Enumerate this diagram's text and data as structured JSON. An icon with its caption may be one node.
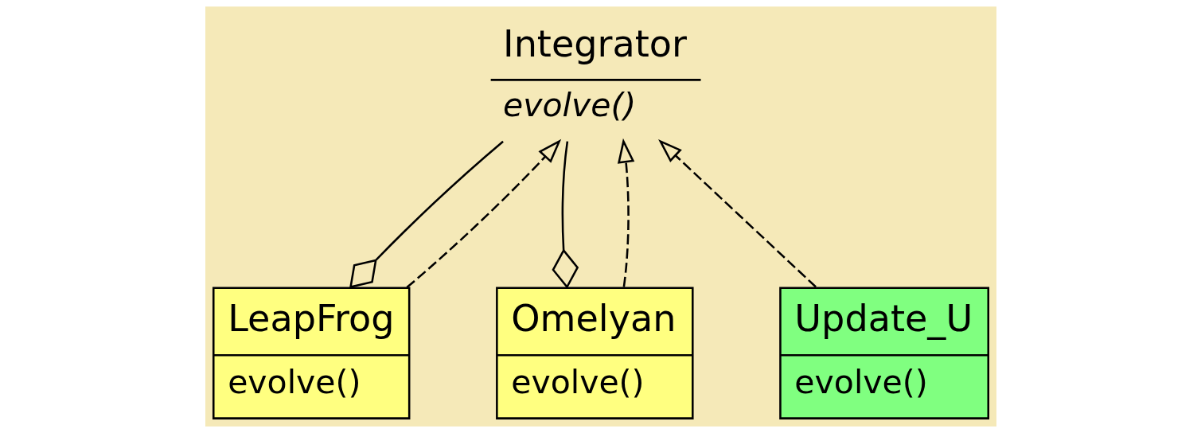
{
  "diagram": {
    "nodes": [
      {
        "text": [
          "Integrator",
          "evolve()"
        ]
      },
      {
        "text": [
          "LeapFrog",
          "evolve()"
        ]
      },
      {
        "text": [
          "Omelyan",
          "evolve()"
        ]
      },
      {
        "text": [
          "Update_U",
          "evolve()"
        ]
      }
    ],
    "edges": [
      {
        "from": 0,
        "to": 1,
        "arrow": "other"
      },
      {
        "from": 0,
        "to": 2,
        "arrow": "other"
      },
      {
        "from": 1,
        "to": 0,
        "arrow": "to",
        "style": "dashed"
      },
      {
        "from": 2,
        "to": 0,
        "arrow": "to",
        "style": "dashed"
      },
      {
        "from": 3,
        "to": 0,
        "arrow": "to",
        "style": "dashed"
      }
    ]
  }
}
